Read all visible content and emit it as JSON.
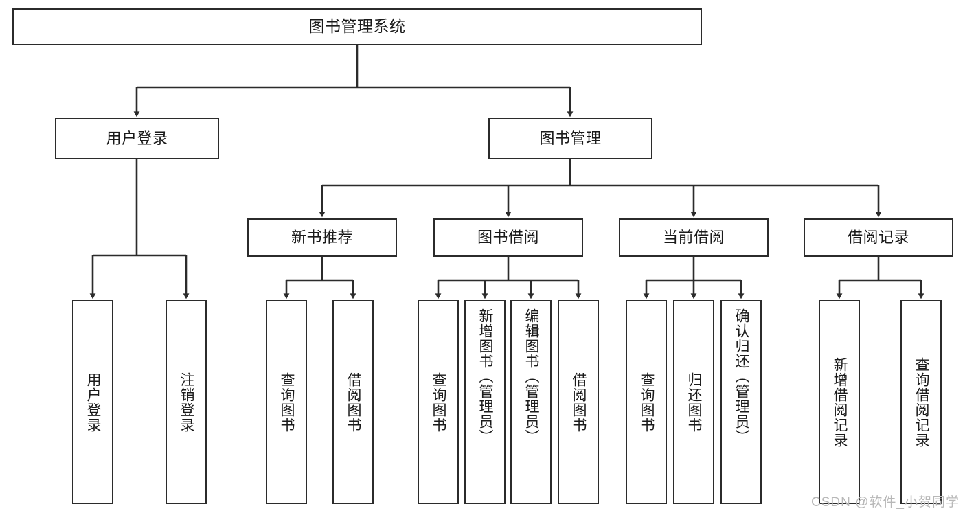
{
  "diagram": {
    "title": "图书管理系统",
    "type": "tree",
    "colors": {
      "box_border": "#2b2b2b",
      "box_fill": "#ffffff",
      "edge": "#2b2b2b",
      "text": "#1a1a1a",
      "watermark": "#b8b8b8",
      "background": "#ffffff"
    },
    "root": {
      "label": "图书管理系统"
    },
    "level1": [
      {
        "label": "用户登录"
      },
      {
        "label": "图书管理"
      }
    ],
    "level2": [
      {
        "label": "新书推荐",
        "parent": "图书管理"
      },
      {
        "label": "图书借阅",
        "parent": "图书管理"
      },
      {
        "label": "当前借阅",
        "parent": "图书管理"
      },
      {
        "label": "借阅记录",
        "parent": "图书管理"
      }
    ],
    "leaves": {
      "用户登录": [
        {
          "label": "用户登录"
        },
        {
          "label": "注销登录"
        }
      ],
      "新书推荐": [
        {
          "label": "查询图书"
        },
        {
          "label": "借阅图书"
        }
      ],
      "图书借阅": [
        {
          "label": "查询图书"
        },
        {
          "label": "新增图书（管理员）"
        },
        {
          "label": "编辑图书（管理员）"
        },
        {
          "label": "借阅图书"
        }
      ],
      "当前借阅": [
        {
          "label": "查询图书"
        },
        {
          "label": "归还图书"
        },
        {
          "label": "确认归还（管理员）"
        }
      ],
      "借阅记录": [
        {
          "label": "新增借阅记录"
        },
        {
          "label": "查询借阅记录"
        }
      ]
    }
  },
  "watermark": {
    "text": "CSDN @软件_小贺同学"
  }
}
